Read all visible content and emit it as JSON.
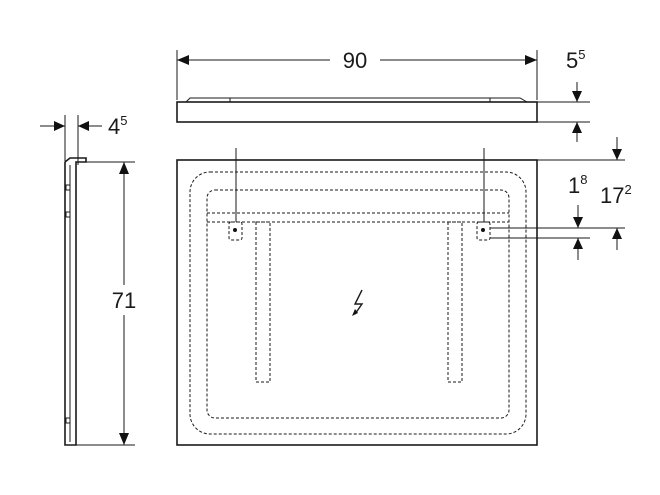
{
  "dimensions": {
    "width": {
      "main": "90"
    },
    "top_depth": {
      "main": "5",
      "sup": "5"
    },
    "side_depth": {
      "main": "4",
      "sup": "5"
    },
    "height": {
      "main": "71"
    },
    "hole_offset": {
      "main": "1",
      "sup": "8"
    },
    "hole_height": {
      "main": "17",
      "sup": "2"
    }
  },
  "symbols": {
    "electrical": "lightning-bolt"
  },
  "colors": {
    "line": "#1a1a1a",
    "background": "#ffffff"
  }
}
